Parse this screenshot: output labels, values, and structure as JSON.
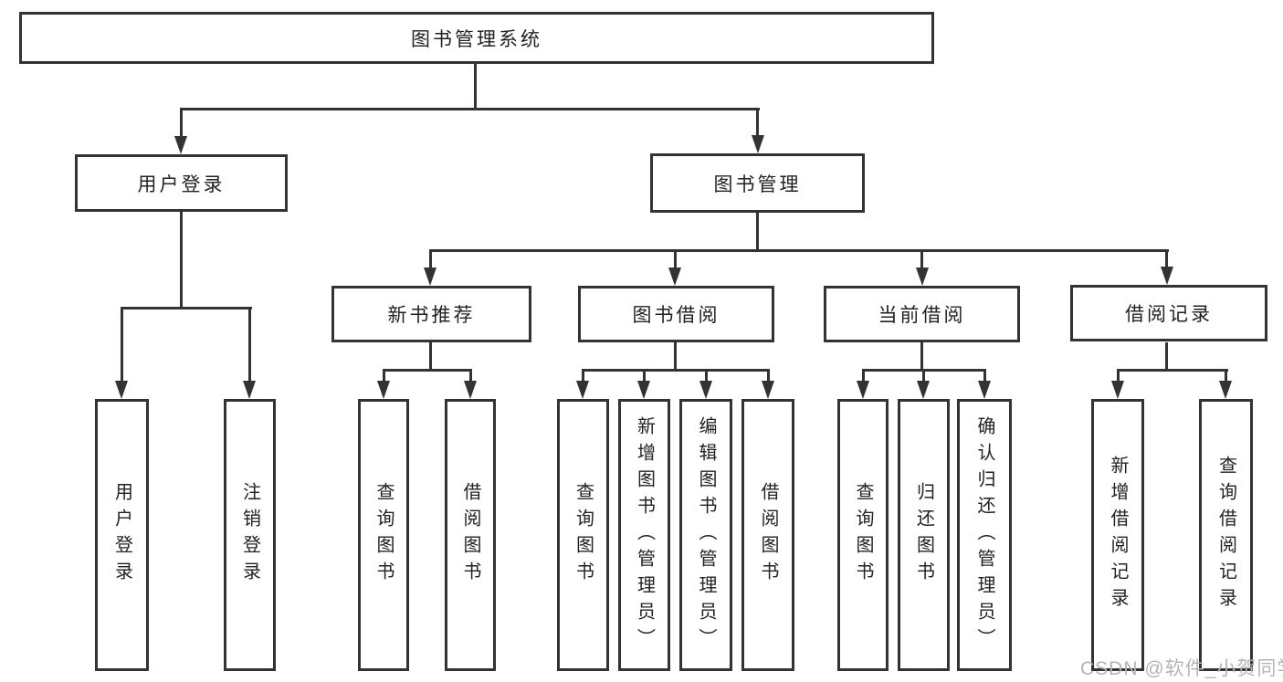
{
  "colors": {
    "line": "#333333",
    "node_border": "#333333",
    "node_text": "#222222",
    "background": "#ffffff",
    "watermark_text_color": "#b5b5b5"
  },
  "tree": {
    "root": "图书管理系统",
    "children": [
      {
        "label": "用户登录",
        "children": [
          "用户登录",
          "注销登录"
        ]
      },
      {
        "label": "图书管理",
        "children": [
          {
            "label": "新书推荐",
            "children": [
              "查询图书",
              "借阅图书"
            ]
          },
          {
            "label": "图书借阅",
            "children": [
              "查询图书",
              "新增图书（管理员）",
              "编辑图书（管理员）",
              "借阅图书"
            ]
          },
          {
            "label": "当前借阅",
            "children": [
              "查询图书",
              "归还图书",
              "确认归还（管理员）"
            ]
          },
          {
            "label": "借阅记录",
            "children": [
              "新增借阅记录",
              "查询借阅记录"
            ]
          }
        ]
      }
    ]
  },
  "watermark": {
    "text": "CSDN @软件_小贺同学"
  }
}
